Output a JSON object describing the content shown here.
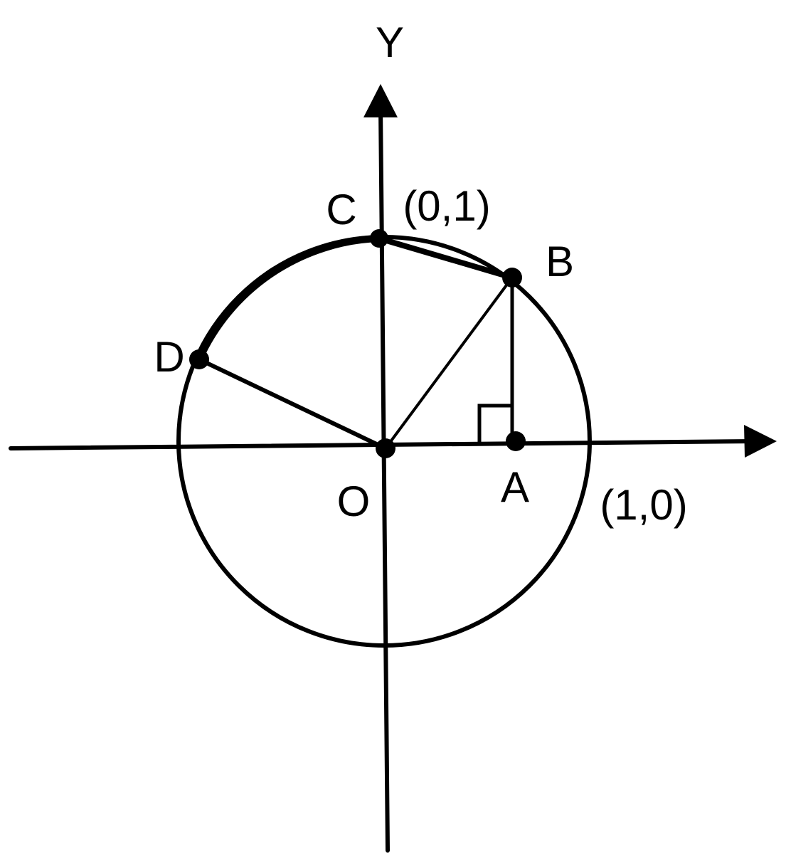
{
  "axes": {
    "y_label": "Y"
  },
  "points": {
    "C": {
      "label": "C",
      "coord_label": "(0,1)"
    },
    "B": {
      "label": "B"
    },
    "D": {
      "label": "D"
    },
    "O": {
      "label": "O"
    },
    "A": {
      "label": "A",
      "coord_label": "(1,0)"
    }
  },
  "colors": {
    "ink": "#000000",
    "background": "#ffffff"
  }
}
